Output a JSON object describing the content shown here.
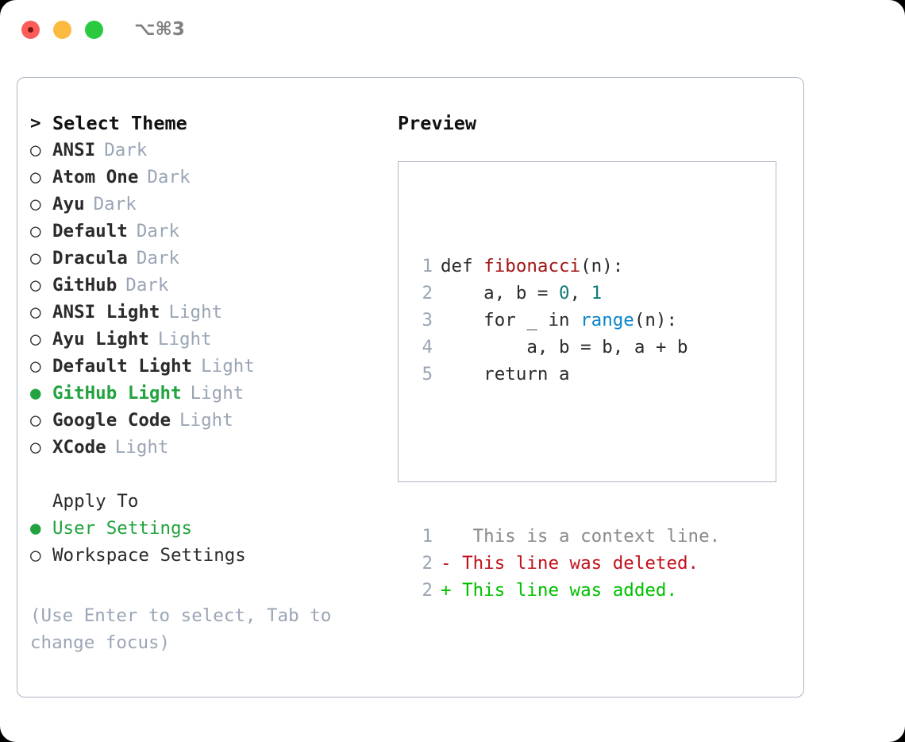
{
  "titlebar": {
    "shortcut": "⌥⌘3",
    "lights": [
      "close",
      "minimize",
      "zoom"
    ]
  },
  "theme_selector": {
    "header": {
      "marker": ">",
      "label": "Select Theme"
    },
    "marker_unselected": "○",
    "marker_selected": "●",
    "selected_color": "#22a33f",
    "items": [
      {
        "name": "ANSI",
        "tag": "Dark",
        "selected": false
      },
      {
        "name": "Atom One",
        "tag": "Dark",
        "selected": false
      },
      {
        "name": "Ayu",
        "tag": "Dark",
        "selected": false
      },
      {
        "name": "Default",
        "tag": "Dark",
        "selected": false
      },
      {
        "name": "Dracula",
        "tag": "Dark",
        "selected": false
      },
      {
        "name": "GitHub",
        "tag": "Dark",
        "selected": false
      },
      {
        "name": "ANSI Light",
        "tag": "Light",
        "selected": false
      },
      {
        "name": "Ayu Light",
        "tag": "Light",
        "selected": false
      },
      {
        "name": "Default Light",
        "tag": "Light",
        "selected": false
      },
      {
        "name": "GitHub Light",
        "tag": "Light",
        "selected": true
      },
      {
        "name": "Google Code",
        "tag": "Light",
        "selected": false
      },
      {
        "name": "XCode",
        "tag": "Light",
        "selected": false
      }
    ]
  },
  "apply_to": {
    "label": "Apply To",
    "options": [
      {
        "name": "User Settings",
        "selected": true
      },
      {
        "name": "Workspace Settings",
        "selected": false
      }
    ]
  },
  "hint": "(Use Enter to select, Tab to change focus)",
  "preview": {
    "title": "Preview",
    "code_lines": [
      {
        "num": "1",
        "parts": [
          {
            "text": "def ",
            "style": "plain"
          },
          {
            "text": "fibonacci",
            "style": "fn"
          },
          {
            "text": "(n):",
            "style": "plain"
          }
        ]
      },
      {
        "num": "2",
        "parts": [
          {
            "text": "    a, b = ",
            "style": "plain"
          },
          {
            "text": "0",
            "style": "num"
          },
          {
            "text": ", ",
            "style": "plain"
          },
          {
            "text": "1",
            "style": "num"
          }
        ]
      },
      {
        "num": "3",
        "parts": [
          {
            "text": "    for _ in ",
            "style": "plain"
          },
          {
            "text": "range",
            "style": "call"
          },
          {
            "text": "(n):",
            "style": "plain"
          }
        ]
      },
      {
        "num": "4",
        "parts": [
          {
            "text": "        a, b = b, a + b",
            "style": "plain"
          }
        ]
      },
      {
        "num": "5",
        "parts": [
          {
            "text": "    return a",
            "style": "plain"
          }
        ]
      }
    ],
    "diff_lines": [
      {
        "num": "1",
        "sign": " ",
        "text": "  This is a context line.",
        "kind": "ctx"
      },
      {
        "num": "2",
        "sign": "-",
        "text": " This line was deleted.",
        "kind": "del"
      },
      {
        "num": "2",
        "sign": "+",
        "text": " This line was added.",
        "kind": "add"
      }
    ]
  },
  "colors": {
    "selected_green": "#22a33f",
    "diff_add_green": "#00c000",
    "diff_del_red": "#c1121c",
    "syntax_fn_red": "#a31515",
    "syntax_num_teal": "#0e7c7b",
    "syntax_call_blue": "#0b85c8",
    "tag_gray": "#9aa5b5",
    "border_gray": "#aeb6c2"
  }
}
